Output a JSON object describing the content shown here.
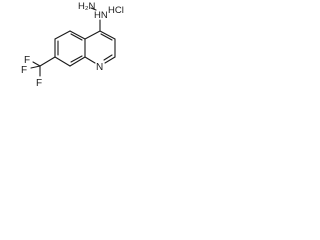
{
  "molecule": {
    "labels": {
      "hydrazine": "HN",
      "amine": "H₂N",
      "ring_nitrogen": "N",
      "salt": "HCl",
      "fluorine_1": "F",
      "fluorine_2": "F",
      "fluorine_3": "F"
    }
  }
}
